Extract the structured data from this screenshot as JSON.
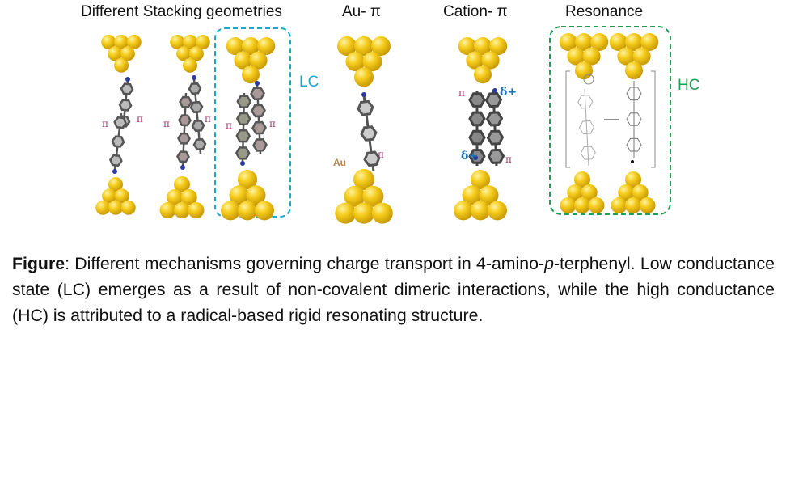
{
  "figure": {
    "titles": {
      "stacking": "Different Stacking geometries",
      "au_pi": "Au- π",
      "cation_pi": "Cation- π",
      "resonance": "Resonance"
    },
    "labels": {
      "pi": "π",
      "au": "Au",
      "delta_plus": "δ+",
      "lc": "LC",
      "hc": "HC"
    },
    "colors": {
      "gold": "#f2c318",
      "lc_box": "#1ba6c8",
      "hc_box": "#1e9e55",
      "pi_label": "#9b3b6e"
    }
  },
  "caption": {
    "label": "Figure",
    "text_1": ": Different mechanisms governing charge transport in 4-amino-",
    "italic": "p",
    "text_2": "-terphenyl. Low conductance state (LC) emerges as a result of non-covalent dimeric interactions, while the high conductance (HC) is attributed to a radical-based rigid resonating structure."
  }
}
